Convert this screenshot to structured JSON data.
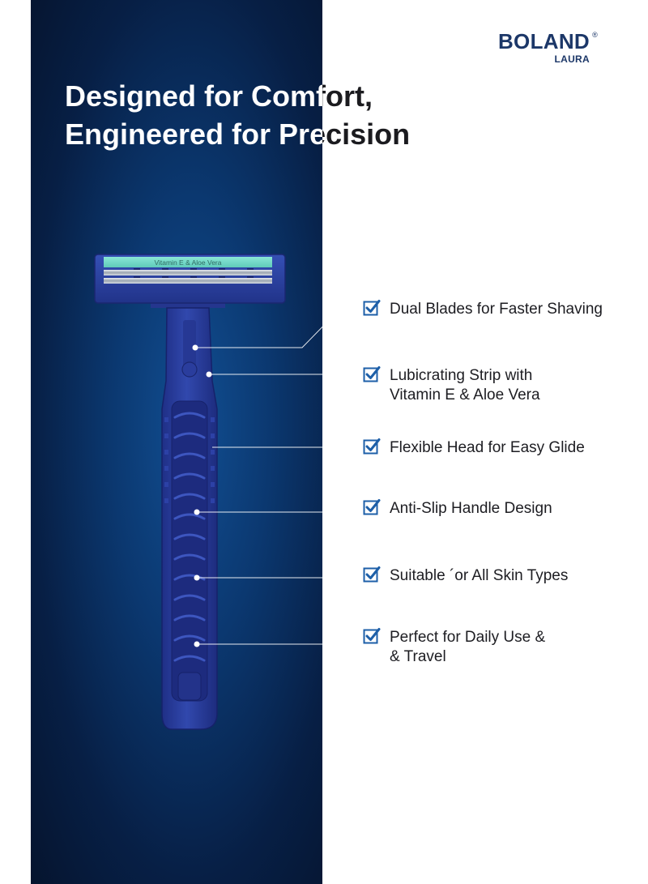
{
  "brand": {
    "name": "BOLAND",
    "registered": "®",
    "sub": "LAURA"
  },
  "headline": {
    "line1": "Designed for Comfort,",
    "line2": "Engineered for Precision"
  },
  "product": {
    "strip_text": "Vitamin E & Aloe Vera"
  },
  "colors": {
    "panel_dark": "#071f45",
    "panel_mid": "#114f93",
    "brand": "#1c3768",
    "check": "#1d5fa8",
    "razor": "#2a3f9e",
    "strip": "#74dcc9"
  },
  "features": [
    {
      "icon": "checkbox-icon",
      "lines": [
        "Dual Blades for Faster Shaving"
      ]
    },
    {
      "icon": "checkbox-icon",
      "lines": [
        "Lubicrating Strip with",
        "Vitamin E & Aloe Vera"
      ]
    },
    {
      "icon": "checkbox-icon",
      "lines": [
        "Flexible Head for Easy Glide"
      ]
    },
    {
      "icon": "checkbox-icon",
      "lines": [
        "Anti-Slip Handle Design"
      ]
    },
    {
      "icon": "checkbox-icon",
      "lines": [
        "Suitable ´or All Skin Types"
      ]
    },
    {
      "icon": "checkbox-icon",
      "lines": [
        "Perfect for Daily Use &",
        "& Travel"
      ]
    }
  ]
}
